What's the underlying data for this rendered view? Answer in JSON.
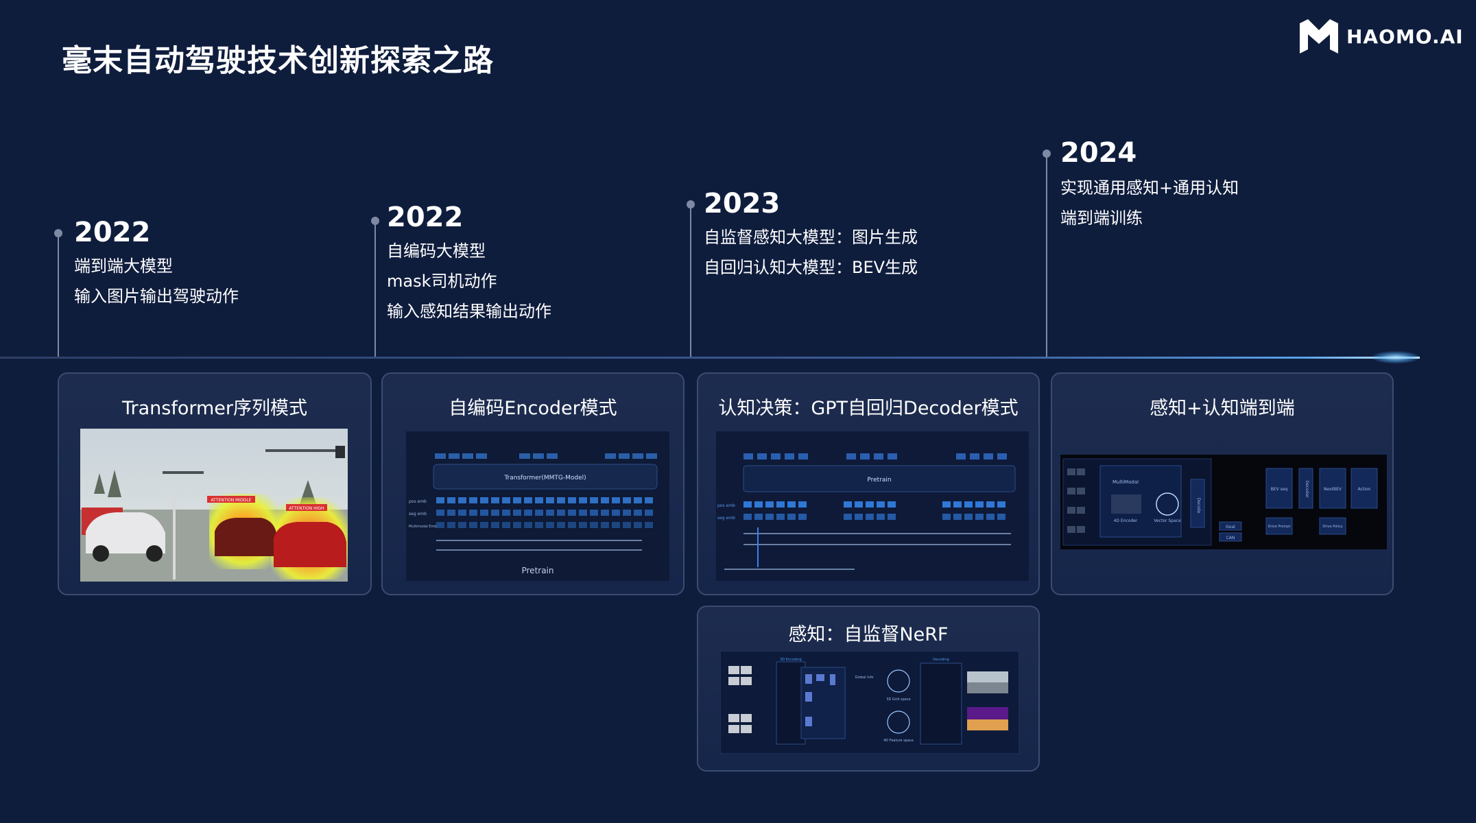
{
  "header": {
    "title": "毫末自动驾驶技术创新探索之路"
  },
  "logo": {
    "text": "HAOMO.AI"
  },
  "milestones": [
    {
      "year": "2022",
      "lines": [
        "端到端大模型",
        "输入图片输出驾驶动作"
      ]
    },
    {
      "year": "2022",
      "lines": [
        "自编码大模型",
        "mask司机动作",
        "输入感知结果输出动作"
      ]
    },
    {
      "year": "2023",
      "lines": [
        "自监督感知大模型：图片生成",
        "自回归认知大模型：BEV生成"
      ]
    },
    {
      "year": "2024",
      "lines": [
        "实现通用感知+通用认知",
        "端到端训练"
      ]
    }
  ],
  "cards": [
    {
      "title": "Transformer序列模式",
      "thumb_labels": [
        "ATTENTION MIDDLE",
        "ATTENTION HIGH"
      ]
    },
    {
      "title": "自编码Encoder模式",
      "thumb_labels": [
        "Transformer(MMTG-Model)",
        "Pretrain",
        "pos emb",
        "seg emb",
        "Multimodal Emb"
      ]
    },
    {
      "title": "认知决策：GPT自回归Decoder模式",
      "thumb_labels": [
        "Pretrain",
        "pos emb",
        "seg emb"
      ]
    },
    {
      "title": "感知+认知端到端",
      "thumb_labels": [
        "MultiModal",
        "4D Encoder",
        "Vector Space",
        "Decode",
        "BEV seq",
        "Decoder",
        "NextBEV",
        "Action",
        "Goal",
        "CAN",
        "Drive Prompt",
        "Drive Policy"
      ]
    },
    {
      "title": "感知：自监督NeRF",
      "thumb_labels": [
        "3D Encoding",
        "Global Info",
        "Decoding",
        "3D Grid space",
        "4D Feature space"
      ]
    }
  ],
  "colors": {
    "background": "#0f1d3d",
    "card_border": "#3a4c71",
    "timeline_glow": "#5aa3e6"
  }
}
